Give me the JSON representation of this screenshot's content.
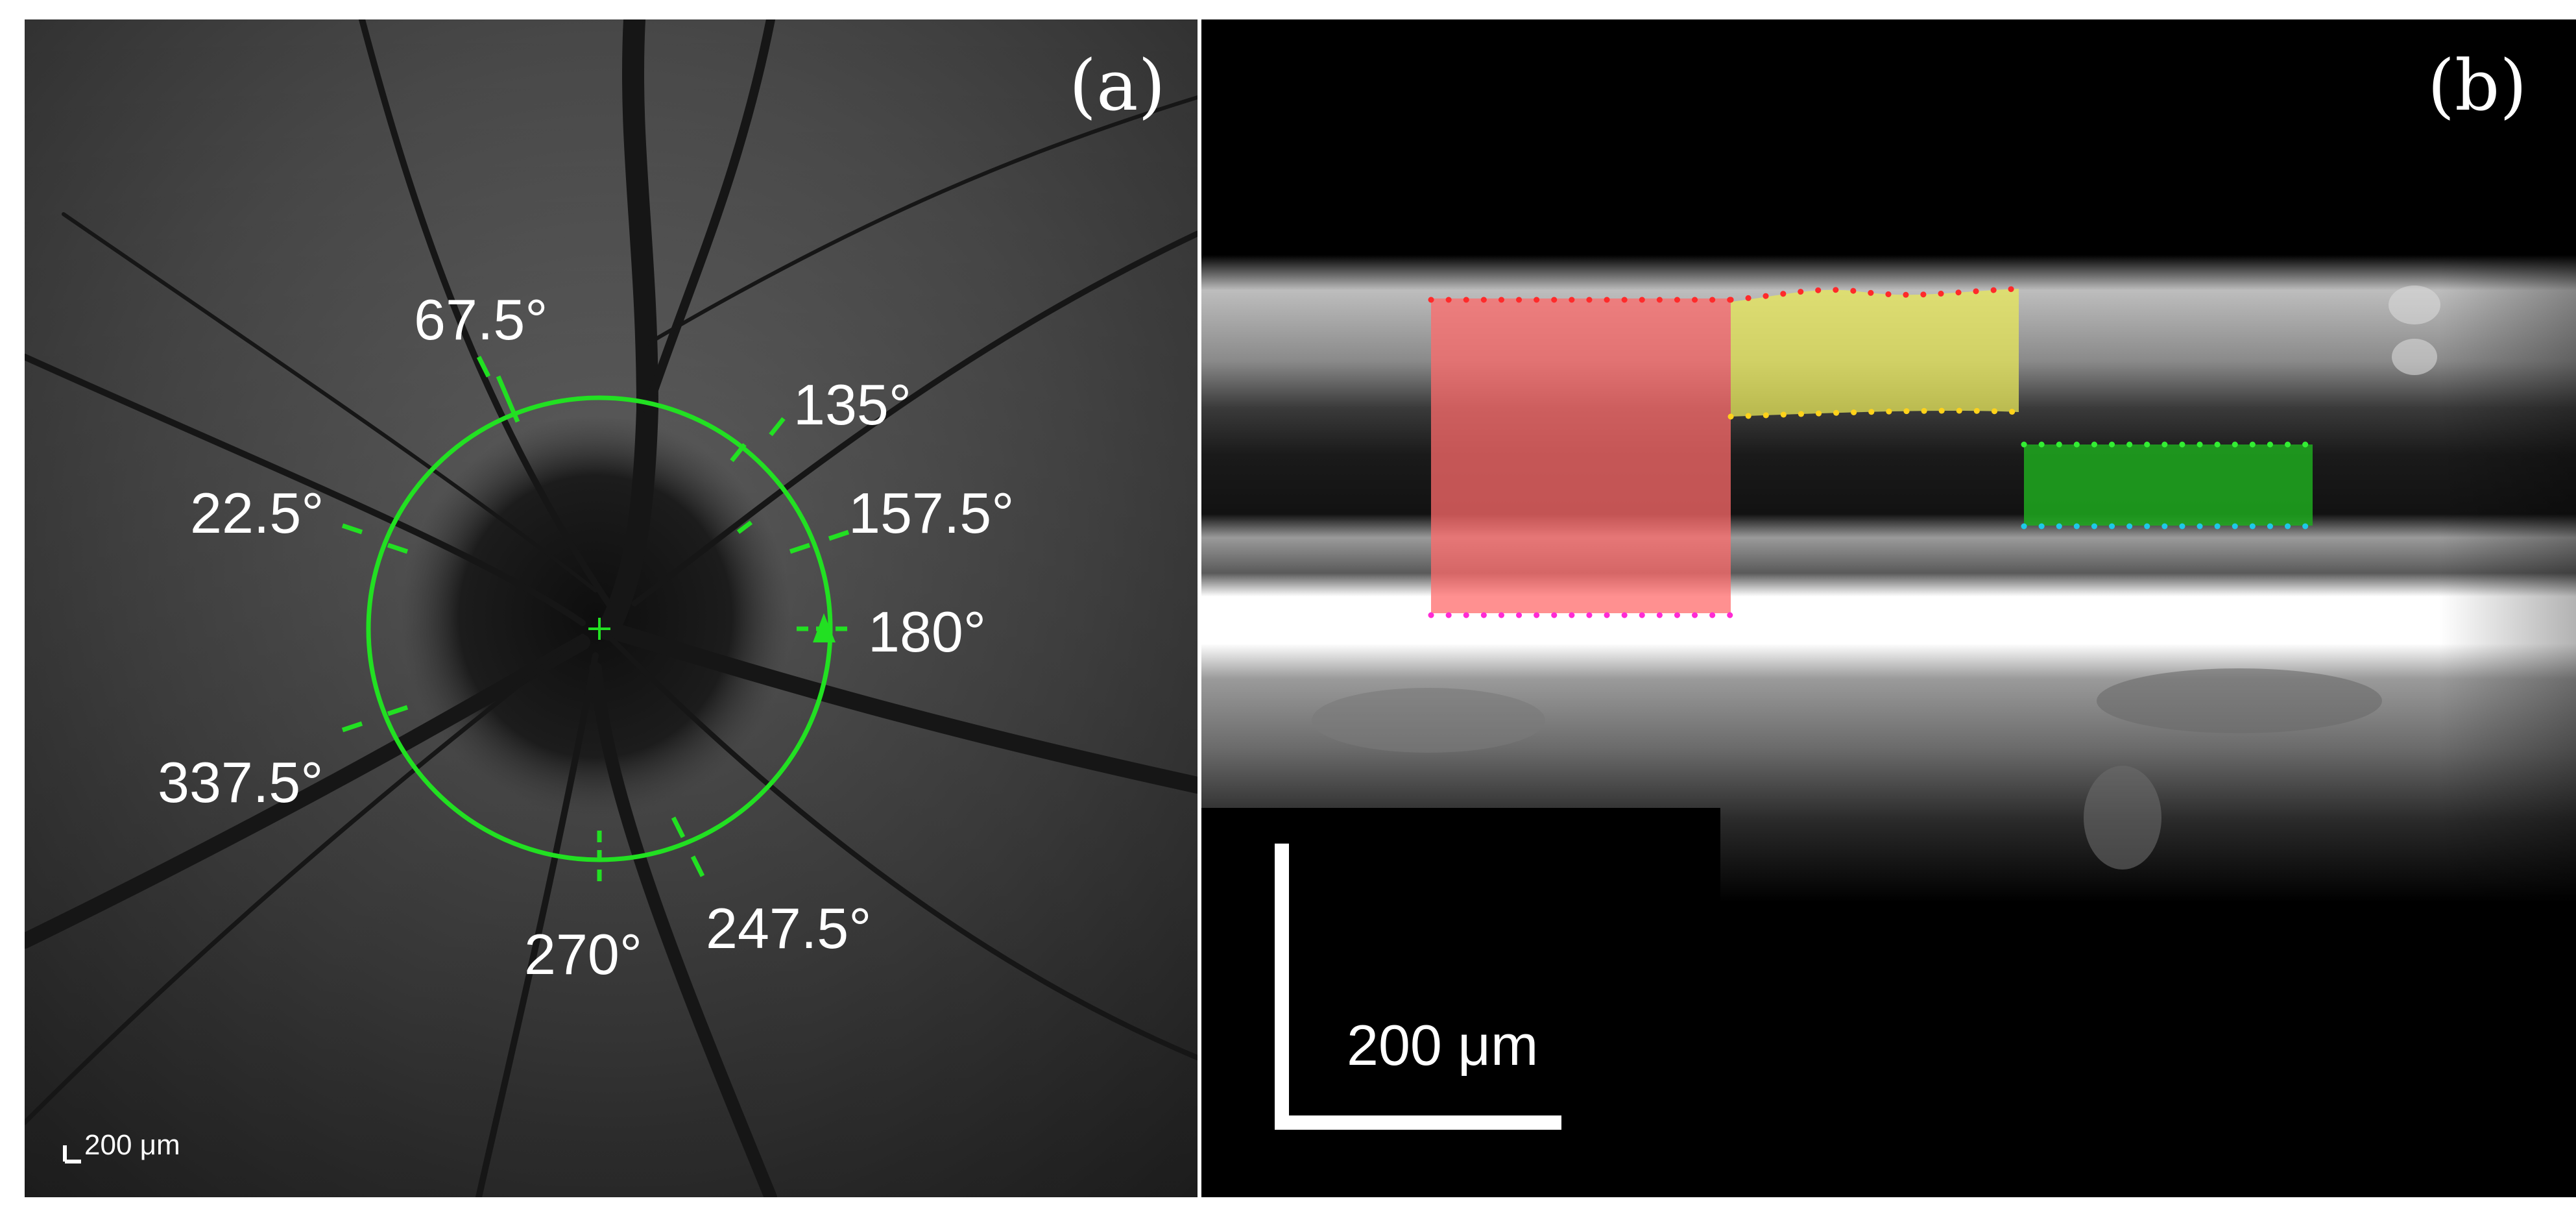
{
  "panel_a": {
    "label": "(a)",
    "scale_text": "200 μm",
    "angles": [
      "67.5°",
      "135°",
      "22.5°",
      "157.5°",
      "180°",
      "337.5°",
      "270°",
      "247.5°"
    ],
    "overlay_color": "#22e022"
  },
  "panel_b": {
    "label": "(b)",
    "scale_text": "200 μm",
    "regions": [
      {
        "name": "red",
        "color": "#ff6b6b",
        "dot_top": "#ff2a2a",
        "dot_bottom": "#ff2ad4"
      },
      {
        "name": "yellow",
        "color": "#e8e85a",
        "dot_top": "#ff2a2a",
        "dot_bottom": "#ffd21a"
      },
      {
        "name": "green",
        "color": "#1faa1f",
        "dot_top": "#33ee33",
        "dot_bottom": "#1ec8e8"
      }
    ]
  }
}
